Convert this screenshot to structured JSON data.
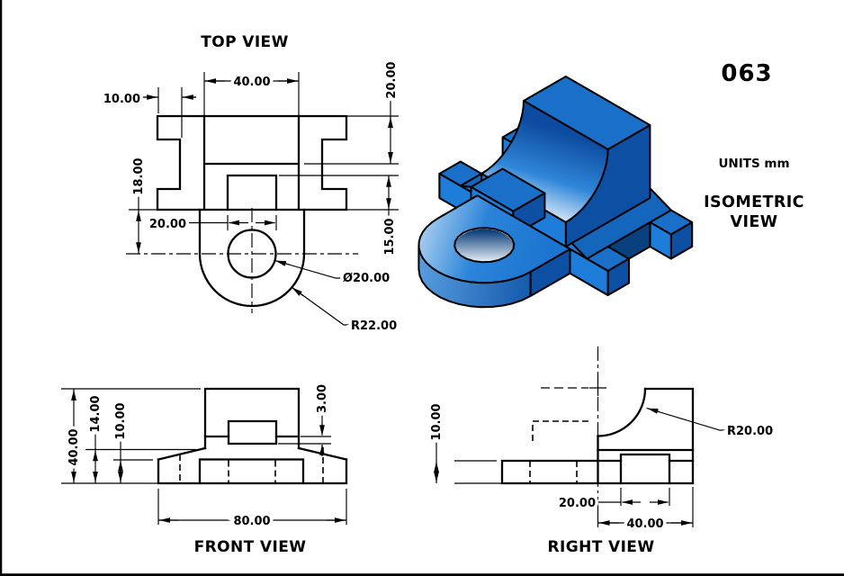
{
  "header": {
    "drawing_number": "063",
    "units_label": "UNITS mm",
    "iso_label_line1": "ISOMETRIC",
    "iso_label_line2": "VIEW"
  },
  "top_view": {
    "title": "TOP VIEW",
    "dims": {
      "width_40": "40.00",
      "notch_10": "10.00",
      "depth_20": "20.00",
      "center_18": "18.00",
      "boss_20": "20.00",
      "boss_depth_15": "15.00",
      "hole_dia": "Ø20.00",
      "tab_radius": "R22.00"
    }
  },
  "front_view": {
    "title": "FRONT VIEW",
    "dims": {
      "height_40": "40.00",
      "height_14": "14.00",
      "height_10": "10.00",
      "step_3": "3.00",
      "width_80": "80.00"
    }
  },
  "right_view": {
    "title": "RIGHT VIEW",
    "dims": {
      "height_10": "10.00",
      "notch_20": "20.00",
      "depth_40": "40.00",
      "fillet_radius": "R20.00"
    }
  },
  "colors": {
    "part_top": "#1a70c9",
    "part_front": "#1d7dd8",
    "part_side_dark": "#0d4fa2",
    "part_side_darker": "#09417f",
    "part_web": "#1466bd",
    "saddle_dark": "#0c4ba0",
    "saddle_light": "#e2eefa",
    "tab_light": "#aacff1",
    "tab_mid": "#1b74cf",
    "band_light": "#569bdd",
    "band_dark": "#0f55a8",
    "hole_dark": "#083b79",
    "hole_light": "#f5f9fd",
    "line": "#000000"
  }
}
